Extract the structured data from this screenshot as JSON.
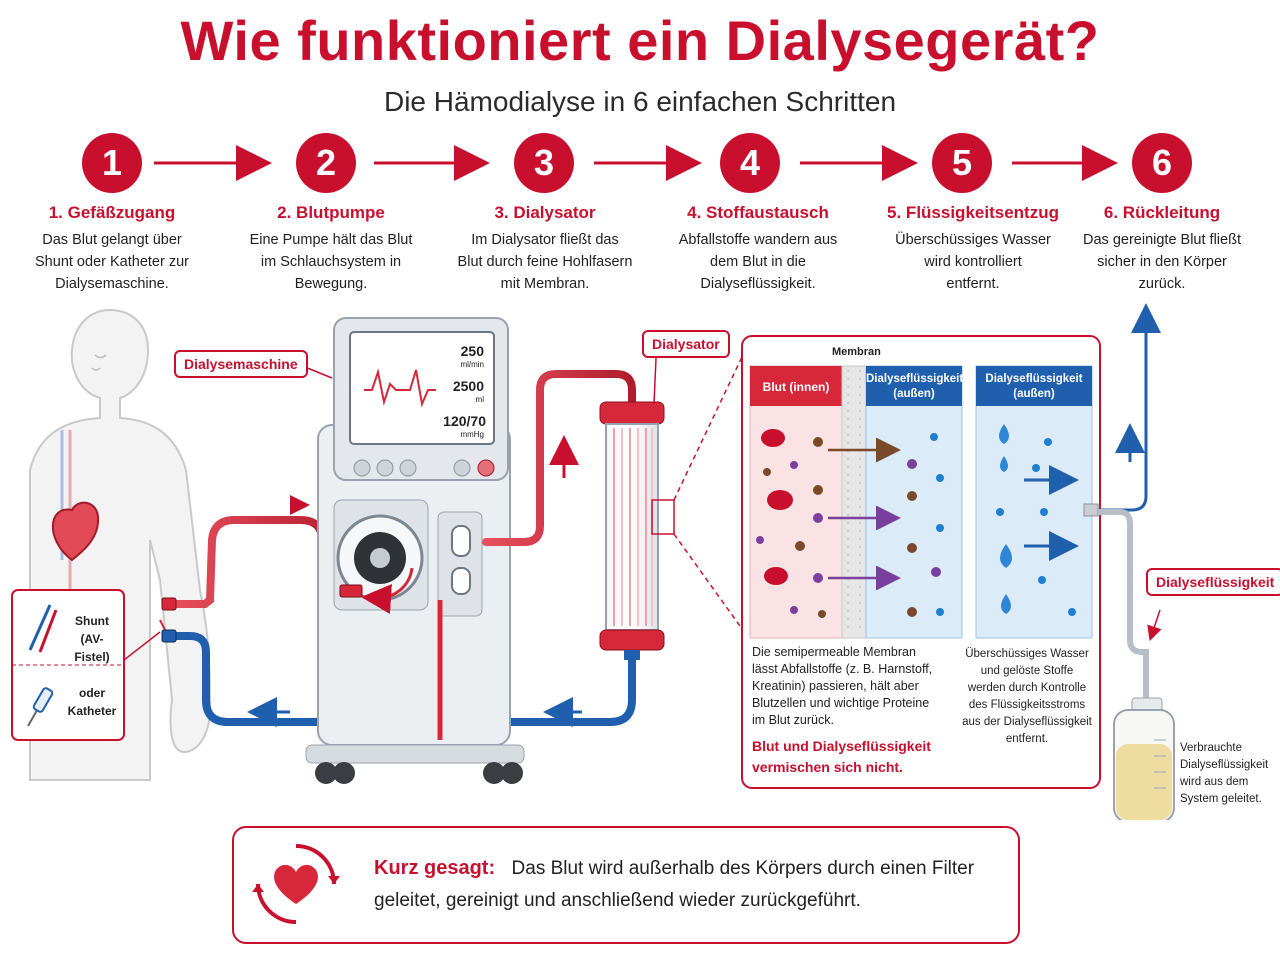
{
  "title": "Wie funktioniert ein Dialysegerät?",
  "subtitle": "Die Hämodialyse in 6 einfachen Schritten",
  "steps": [
    {
      "number": "1",
      "title": "1. Gefäßzugang",
      "desc": [
        "Das Blut gelangt über",
        "Shunt oder Katheter zur",
        "Dialysemaschine."
      ]
    },
    {
      "number": "2",
      "title": "2. Blutpumpe",
      "desc": [
        "Eine Pumpe hält das Blut",
        "im Schlauchsystem in",
        "Bewegung."
      ]
    },
    {
      "number": "3",
      "title": "3. Dialysator",
      "desc": [
        "Im Dialysator fließt das",
        "Blut durch feine Hohlfasern",
        "mit Membran."
      ]
    },
    {
      "number": "4",
      "title": "4. Stoffaustausch",
      "desc": [
        "Abfallstoffe wandern aus",
        "dem Blut in die",
        "Dialyseflüssigkeit."
      ]
    },
    {
      "number": "5",
      "title": "5. Flüssigkeitsentzug",
      "desc": [
        "Überschüssiges Wasser",
        "wird kontrolliert",
        "entfernt."
      ]
    },
    {
      "number": "6",
      "title": "6. Rückleitung",
      "desc": [
        "Das gereinigte Blut fließt",
        "sicher in den Körper",
        "zurück."
      ]
    }
  ],
  "labels": {
    "dialysemaschine": "Dialysemaschine",
    "dialysator": "Dialysator",
    "dialysefluessigkeit": "Dialyseflüssigkeit",
    "membran": "Membran",
    "blut_innen": "Blut (innen)",
    "dialysefluessigkeit_aussen_1": "Dialyseflüssigkeit",
    "aussen_1": "(außen)",
    "dialysefluessigkeit_aussen_2": "Dialyseflüssigkeit",
    "aussen_2": "(außen)",
    "shunt": "Shunt",
    "av_fistel": "(AV-Fistel)",
    "oder": "oder",
    "katheter": "Katheter"
  },
  "screen": {
    "flow_value": "250",
    "flow_unit": "ml/min",
    "volume_value": "2500",
    "volume_unit": "ml",
    "pressure_value": "120/70",
    "pressure_unit": "mmHg"
  },
  "membrane_note": [
    "Die semipermeable Membran",
    "lässt Abfallstoffe (z. B. Harnstoff,",
    "Kreatinin) passieren, hält aber",
    "Blutzellen und wichtige Proteine",
    "im Blut zurück."
  ],
  "membrane_warning": [
    "Blut und Dialyseflüssigkeit",
    "vermischen sich nicht."
  ],
  "water_note": [
    "Überschüssiges Wasser",
    "und gelöste Stoffe",
    "werden durch Kontrolle",
    "des Flüssigkeitsstroms",
    "aus der Dialyseflüssigkeit",
    "entfernt."
  ],
  "waste_note": [
    "Verbrauchte",
    "Dialyseflüssigkeit",
    "wird aus dem",
    "System geleitet."
  ],
  "summary": {
    "label": "Kurz gesagt:",
    "text": "Das Blut wird außerhalb des Körpers durch einen Filter geleitet, gereinigt und anschließend wieder zurückgeführt."
  },
  "colors": {
    "accent": "#c8102e",
    "blood": "#d6283a",
    "clean": "#1f5fae",
    "fluid_bg": "#dcebf8",
    "blood_bg": "#fbe3e5"
  }
}
